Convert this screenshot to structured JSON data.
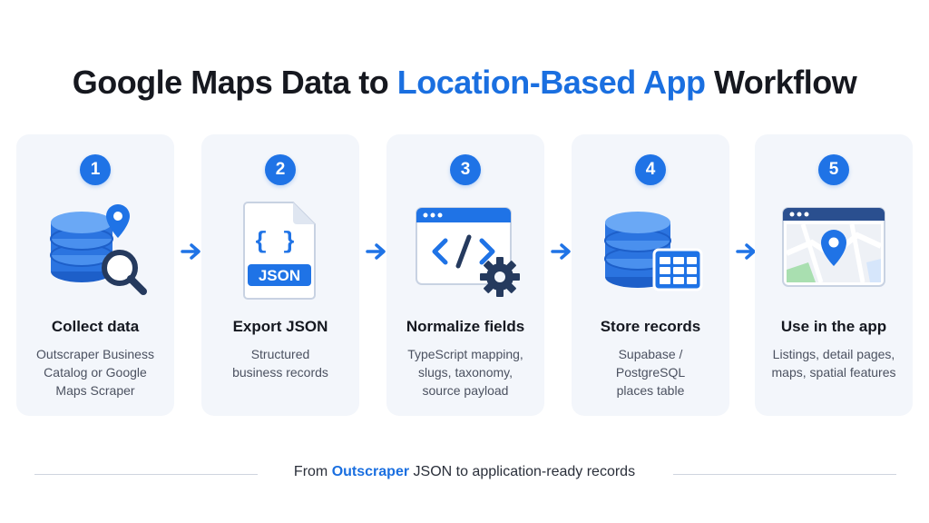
{
  "title": {
    "part1": "Google Maps Data to ",
    "accent": "Location-Based App",
    "part2": " Workflow"
  },
  "steps": [
    {
      "number": "1",
      "title": "Collect data",
      "description": "Outscraper Business\nCatalog or Google\nMaps Scraper",
      "icon": "database-search-pin-icon"
    },
    {
      "number": "2",
      "title": "Export JSON",
      "description": "Structured\nbusiness records",
      "icon": "json-file-icon"
    },
    {
      "number": "3",
      "title": "Normalize fields",
      "description": "TypeScript mapping,\nslugs, taxonomy,\nsource payload",
      "icon": "code-window-gear-icon"
    },
    {
      "number": "4",
      "title": "Store records",
      "description": "Supabase /\nPostgreSQL\nplaces table",
      "icon": "database-table-icon"
    },
    {
      "number": "5",
      "title": "Use in the app",
      "description": "Listings, detail pages,\nmaps, spatial features",
      "icon": "app-map-pin-icon"
    }
  ],
  "file_icon_label": "JSON",
  "file_icon_braces": "{ }",
  "footer": {
    "part1": "From ",
    "accent": "Outscraper",
    "part2": " JSON to application-ready records"
  },
  "colors": {
    "accent": "#1a6fe0",
    "card_bg": "#f3f6fb",
    "badge": "#1f73e6"
  }
}
